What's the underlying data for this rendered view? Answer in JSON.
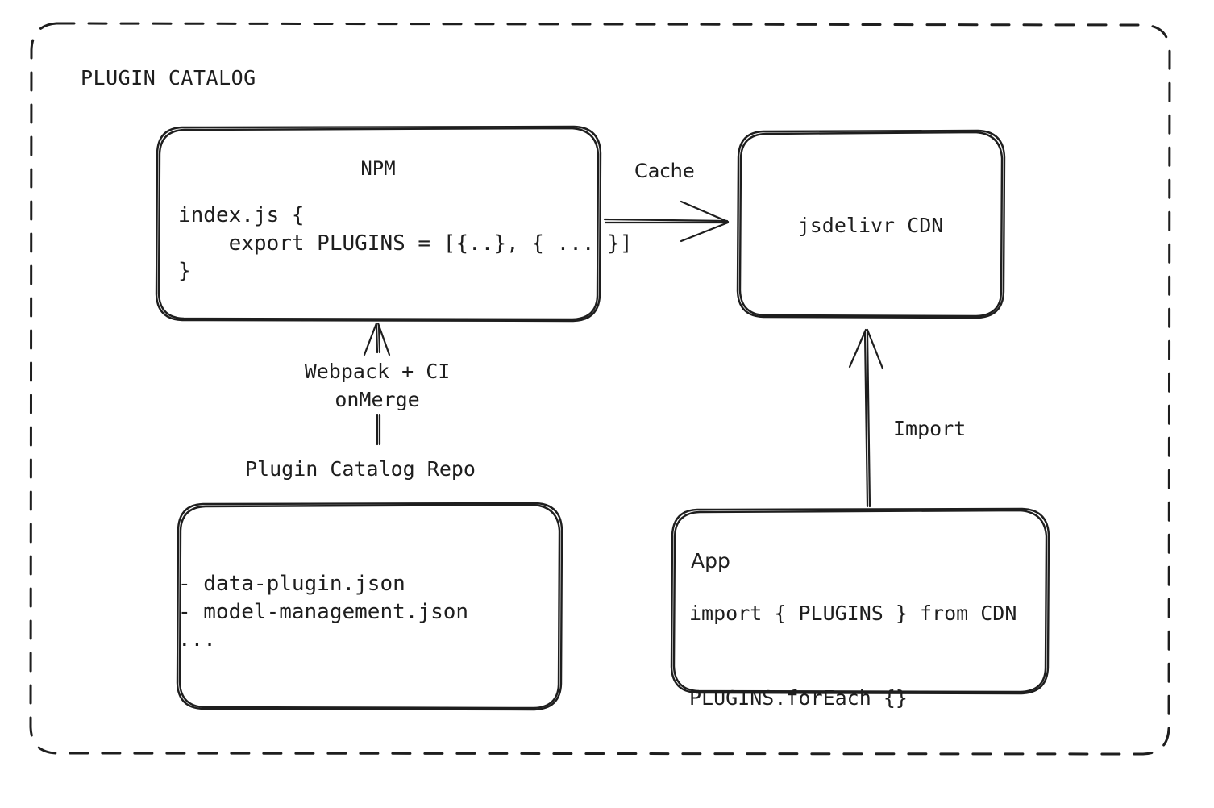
{
  "diagram": {
    "type": "flow-diagram",
    "style": "hand-drawn",
    "stroke_color": "#1e1e1e",
    "background": "#ffffff",
    "group": {
      "title": "PLUGIN CATALOG",
      "border_style": "dashed"
    },
    "nodes": {
      "npm": {
        "title": "NPM",
        "code_lines": [
          "index.js {",
          "    export PLUGINS = [{..}, { ... }]",
          "}"
        ],
        "code_block": "index.js {\n    export PLUGINS = [{..}, { ... }]\n}"
      },
      "cdn": {
        "title": "jsdelivr CDN"
      },
      "repo": {
        "label": "Plugin Catalog Repo",
        "file_lines": [
          "- data-plugin.json",
          "- model-management.json",
          "..."
        ],
        "file_block": "- data-plugin.json\n- model-management.json\n..."
      },
      "app": {
        "title": "App",
        "code_lines": [
          "import { PLUGINS } from CDN",
          "PLUGINS.forEach {}"
        ],
        "code_block": "import { PLUGINS } from CDN\n\nPLUGINS.forEach {}"
      }
    },
    "edges": {
      "npm_to_cdn": {
        "label": "Cache",
        "from": "npm",
        "to": "cdn",
        "direction": "right"
      },
      "repo_to_npm": {
        "label": "Webpack + CI\nonMerge",
        "label_line1": "Webpack + CI",
        "label_line2": "onMerge",
        "from": "repo",
        "to": "npm",
        "direction": "up"
      },
      "app_to_cdn": {
        "label": "Import",
        "from": "app",
        "to": "cdn",
        "direction": "up"
      }
    }
  }
}
